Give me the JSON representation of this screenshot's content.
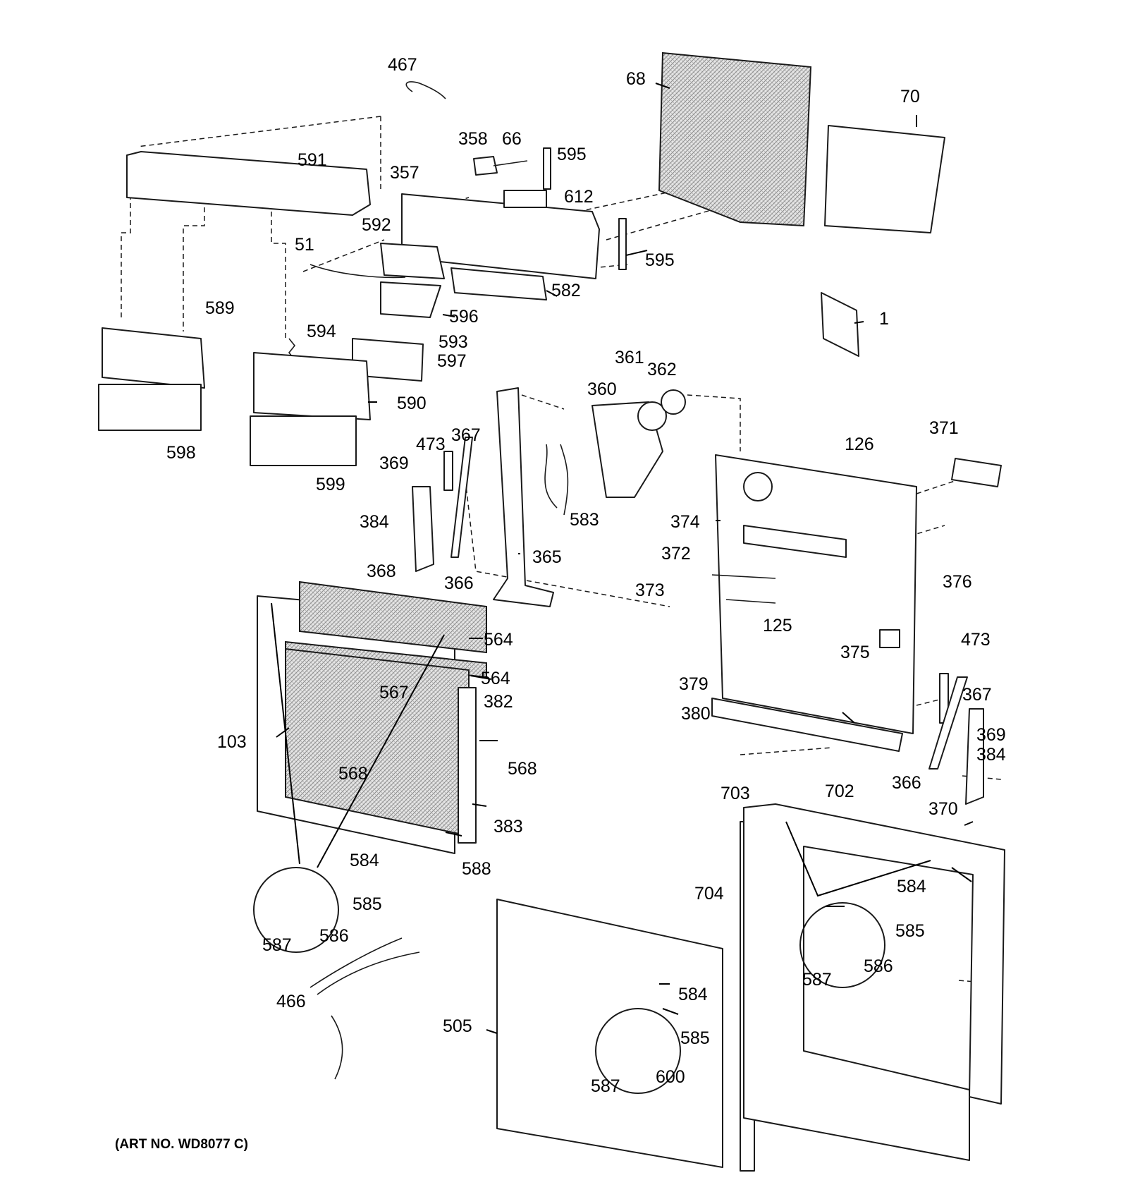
{
  "art_number": "(ART NO. WD8077 C)",
  "callouts": [
    {
      "id": "c467",
      "label": "467"
    },
    {
      "id": "c68",
      "label": "68"
    },
    {
      "id": "c70",
      "label": "70"
    },
    {
      "id": "c358",
      "label": "358"
    },
    {
      "id": "c66",
      "label": "66"
    },
    {
      "id": "c595a",
      "label": "595"
    },
    {
      "id": "c591",
      "label": "591"
    },
    {
      "id": "c357",
      "label": "357"
    },
    {
      "id": "c612",
      "label": "612"
    },
    {
      "id": "c592",
      "label": "592"
    },
    {
      "id": "c51",
      "label": "51"
    },
    {
      "id": "c595b",
      "label": "595"
    },
    {
      "id": "c582",
      "label": "582"
    },
    {
      "id": "c596",
      "label": "596"
    },
    {
      "id": "c1",
      "label": "1"
    },
    {
      "id": "c589",
      "label": "589"
    },
    {
      "id": "c594",
      "label": "594"
    },
    {
      "id": "c593",
      "label": "593"
    },
    {
      "id": "c597",
      "label": "597"
    },
    {
      "id": "c590",
      "label": "590"
    },
    {
      "id": "c598",
      "label": "598"
    },
    {
      "id": "c599",
      "label": "599"
    },
    {
      "id": "c361",
      "label": "361"
    },
    {
      "id": "c362",
      "label": "362"
    },
    {
      "id": "c360",
      "label": "360"
    },
    {
      "id": "c126",
      "label": "126"
    },
    {
      "id": "c371",
      "label": "371"
    },
    {
      "id": "c473a",
      "label": "473"
    },
    {
      "id": "c367a",
      "label": "367"
    },
    {
      "id": "c369a",
      "label": "369"
    },
    {
      "id": "c583",
      "label": "583"
    },
    {
      "id": "c374",
      "label": "374"
    },
    {
      "id": "c384a",
      "label": "384"
    },
    {
      "id": "c365",
      "label": "365"
    },
    {
      "id": "c372",
      "label": "372"
    },
    {
      "id": "c368",
      "label": "368"
    },
    {
      "id": "c366a",
      "label": "366"
    },
    {
      "id": "c376",
      "label": "376"
    },
    {
      "id": "c373",
      "label": "373"
    },
    {
      "id": "c125",
      "label": "125"
    },
    {
      "id": "c564a",
      "label": "564"
    },
    {
      "id": "c473b",
      "label": "473"
    },
    {
      "id": "c375",
      "label": "375"
    },
    {
      "id": "c564b",
      "label": "564"
    },
    {
      "id": "c379",
      "label": "379"
    },
    {
      "id": "c367b",
      "label": "367"
    },
    {
      "id": "c567",
      "label": "567"
    },
    {
      "id": "c382",
      "label": "382"
    },
    {
      "id": "c380",
      "label": "380"
    },
    {
      "id": "c369b",
      "label": "369"
    },
    {
      "id": "c103",
      "label": "103"
    },
    {
      "id": "c384b",
      "label": "384"
    },
    {
      "id": "c568a",
      "label": "568"
    },
    {
      "id": "c568b",
      "label": "568"
    },
    {
      "id": "c366b",
      "label": "366"
    },
    {
      "id": "c703",
      "label": "703"
    },
    {
      "id": "c702",
      "label": "702"
    },
    {
      "id": "c370",
      "label": "370"
    },
    {
      "id": "c383",
      "label": "383"
    },
    {
      "id": "c584a",
      "label": "584"
    },
    {
      "id": "c588",
      "label": "588"
    },
    {
      "id": "c584b",
      "label": "584"
    },
    {
      "id": "c585a",
      "label": "585"
    },
    {
      "id": "c704",
      "label": "704"
    },
    {
      "id": "c585b",
      "label": "585"
    },
    {
      "id": "c587a",
      "label": "587"
    },
    {
      "id": "c586a",
      "label": "586"
    },
    {
      "id": "c586b",
      "label": "586"
    },
    {
      "id": "c587b",
      "label": "587"
    },
    {
      "id": "c584c",
      "label": "584"
    },
    {
      "id": "c466",
      "label": "466"
    },
    {
      "id": "c505",
      "label": "505"
    },
    {
      "id": "c585c",
      "label": "585"
    },
    {
      "id": "c600",
      "label": "600"
    },
    {
      "id": "c587c",
      "label": "587"
    }
  ]
}
